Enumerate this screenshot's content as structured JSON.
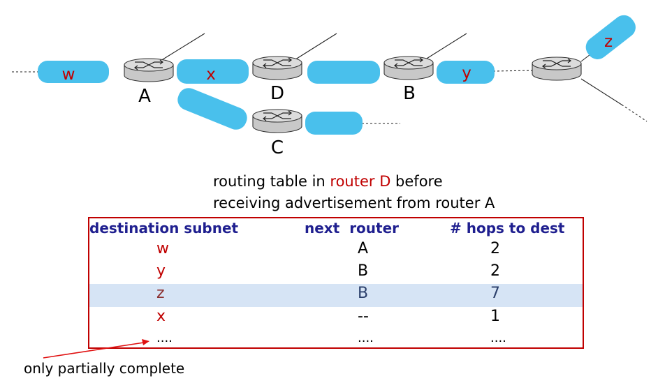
{
  "diagram": {
    "subnet_labels": {
      "w": "w",
      "x": "x",
      "y": "y",
      "z": "z"
    },
    "router_labels": {
      "A": "A",
      "D": "D",
      "B": "B",
      "C": "C"
    },
    "colors": {
      "subnet_fill": "#49c0ec",
      "subnet_label": "#c00000",
      "router_fill": "#dcdcdc"
    }
  },
  "caption": {
    "line1_pre": "routing table in ",
    "line1_highlight": "router D",
    "line1_post": " before",
    "line2": "receiving advertisement from router A"
  },
  "table": {
    "headers": {
      "destination": "destination subnet",
      "next": "next  router",
      "hops": "# hops to dest"
    },
    "rows": [
      {
        "dest": "w",
        "next": "A",
        "hops": "2"
      },
      {
        "dest": "y",
        "next": "B",
        "hops": "2"
      },
      {
        "dest": "z",
        "next": "B",
        "hops": "7"
      },
      {
        "dest": "x",
        "next": "--",
        "hops": "1"
      },
      {
        "dest": "....",
        "next": "....",
        "hops": "...."
      }
    ],
    "highlight_row": 2,
    "border_color": "#c00000",
    "highlight_color": "#d6e4f5"
  },
  "note": "only partially complete"
}
